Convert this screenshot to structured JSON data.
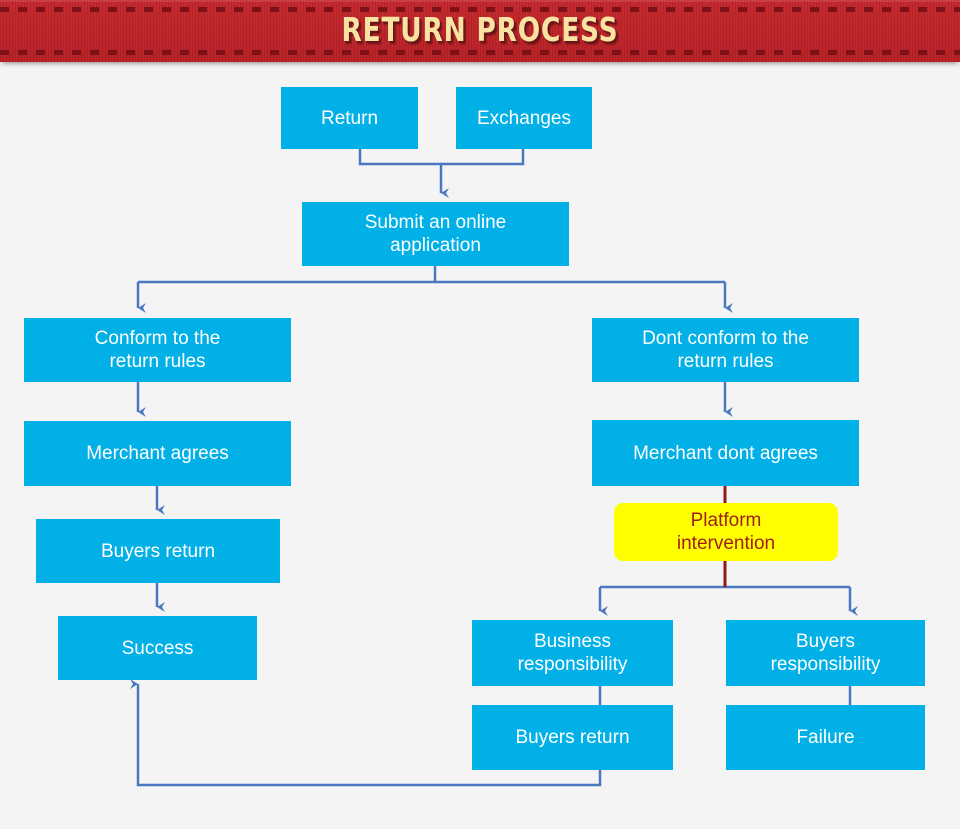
{
  "header": {
    "title": "RETURN PROCESS",
    "background_color": "#bd2328",
    "title_color": "#f9e3a2"
  },
  "theme": {
    "page_background": "#f4f4f4",
    "node_fill": "#00b0e6",
    "node_text": "#ffffff",
    "highlight_fill": "#ffff00",
    "highlight_text": "#9e1f13",
    "connector_blue": "#4a78c0",
    "connector_red": "#8b1a1a"
  },
  "chart_data": {
    "type": "diagram",
    "title": "RETURN PROCESS",
    "nodes": [
      {
        "id": "return",
        "label": "Return",
        "style": "process"
      },
      {
        "id": "exchanges",
        "label": "Exchanges",
        "style": "process"
      },
      {
        "id": "submit",
        "label": "Submit an online\napplication",
        "style": "process"
      },
      {
        "id": "conform",
        "label": "Conform to the\nreturn rules",
        "style": "process"
      },
      {
        "id": "merchant-agrees",
        "label": "Merchant agrees",
        "style": "process"
      },
      {
        "id": "buyers-return-left",
        "label": "Buyers return",
        "style": "process"
      },
      {
        "id": "success",
        "label": "Success",
        "style": "process"
      },
      {
        "id": "dont-conform",
        "label": "Dont conform to the\nreturn rules",
        "style": "process"
      },
      {
        "id": "merchant-dont",
        "label": "Merchant dont agrees",
        "style": "process"
      },
      {
        "id": "platform",
        "label": "Platform\nintervention",
        "style": "highlight"
      },
      {
        "id": "business-resp",
        "label": "Business\nresponsibility",
        "style": "process"
      },
      {
        "id": "buyers-resp",
        "label": "Buyers\nresponsibility",
        "style": "process"
      },
      {
        "id": "buyers-return-right",
        "label": "Buyers return",
        "style": "process"
      },
      {
        "id": "failure",
        "label": "Failure",
        "style": "process"
      }
    ],
    "edges": [
      {
        "from": "return",
        "to": "submit"
      },
      {
        "from": "exchanges",
        "to": "submit"
      },
      {
        "from": "submit",
        "to": "conform"
      },
      {
        "from": "submit",
        "to": "dont-conform"
      },
      {
        "from": "conform",
        "to": "merchant-agrees"
      },
      {
        "from": "merchant-agrees",
        "to": "buyers-return-left"
      },
      {
        "from": "buyers-return-left",
        "to": "success"
      },
      {
        "from": "dont-conform",
        "to": "merchant-dont"
      },
      {
        "from": "merchant-dont",
        "to": "platform",
        "color": "red"
      },
      {
        "from": "platform",
        "to": "business-resp"
      },
      {
        "from": "platform",
        "to": "buyers-resp"
      },
      {
        "from": "business-resp",
        "to": "buyers-return-right"
      },
      {
        "from": "buyers-resp",
        "to": "failure"
      },
      {
        "from": "buyers-return-right",
        "to": "success"
      }
    ]
  },
  "nodes": {
    "return": "Return",
    "exchanges": "Exchanges",
    "submit": "Submit an online\napplication",
    "conform": "Conform to the\nreturn rules",
    "merchant_agrees": "Merchant agrees",
    "buyers_return_left": "Buyers return",
    "success": "Success",
    "dont_conform": "Dont conform to the\nreturn rules",
    "merchant_dont_agrees": "Merchant dont agrees",
    "platform_intervention": "Platform\nintervention",
    "business_responsibility": "Business\nresponsibility",
    "buyers_responsibility": "Buyers\nresponsibility",
    "buyers_return_right": "Buyers return",
    "failure": "Failure"
  }
}
